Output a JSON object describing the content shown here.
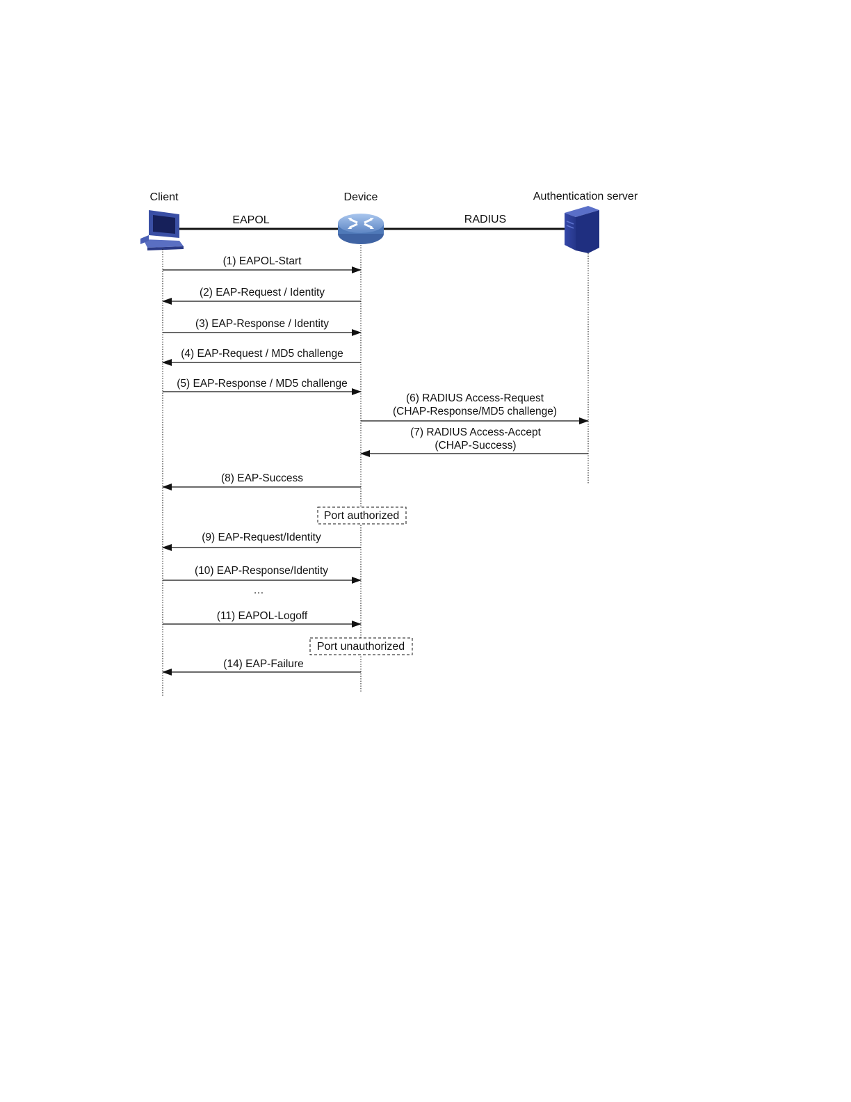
{
  "participants": {
    "client": "Client",
    "device": "Device",
    "server": "Authentication server"
  },
  "links": {
    "eapol": "EAPOL",
    "radius": "RADIUS"
  },
  "messages": [
    {
      "id": "m1",
      "lines": [
        "(1) EAPOL-Start"
      ],
      "from": "client",
      "to": "device"
    },
    {
      "id": "m2",
      "lines": [
        "(2) EAP-Request / Identity"
      ],
      "from": "device",
      "to": "client"
    },
    {
      "id": "m3",
      "lines": [
        "(3) EAP-Response / Identity"
      ],
      "from": "client",
      "to": "device"
    },
    {
      "id": "m4",
      "lines": [
        "(4) EAP-Request / MD5 challenge"
      ],
      "from": "device",
      "to": "client"
    },
    {
      "id": "m5",
      "lines": [
        "(5) EAP-Response / MD5 challenge"
      ],
      "from": "client",
      "to": "device"
    },
    {
      "id": "m6",
      "lines": [
        "(6) RADIUS Access-Request",
        "(CHAP-Response/MD5 challenge)"
      ],
      "from": "device",
      "to": "server"
    },
    {
      "id": "m7",
      "lines": [
        "(7) RADIUS Access-Accept",
        "(CHAP-Success)"
      ],
      "from": "server",
      "to": "device"
    },
    {
      "id": "m8",
      "lines": [
        "(8) EAP-Success"
      ],
      "from": "device",
      "to": "client"
    },
    {
      "id": "m9",
      "lines": [
        "(9) EAP-Request/Identity"
      ],
      "from": "device",
      "to": "client"
    },
    {
      "id": "m10",
      "lines": [
        "(10) EAP-Response/Identity"
      ],
      "from": "client",
      "to": "device"
    },
    {
      "id": "m11",
      "lines": [
        "(11) EAPOL-Logoff"
      ],
      "from": "client",
      "to": "device"
    },
    {
      "id": "m14",
      "lines": [
        "(14) EAP-Failure"
      ],
      "from": "device",
      "to": "client"
    }
  ],
  "states": {
    "authorized": "Port authorized",
    "unauthorized": "Port unauthorized"
  },
  "ellipsis": "…",
  "colors": {
    "device_blue": "#4f79b8",
    "device_light": "#8fb2e2",
    "client_blue": "#3a4fa5",
    "server_blue": "#2e3f98",
    "line": "#111111"
  }
}
